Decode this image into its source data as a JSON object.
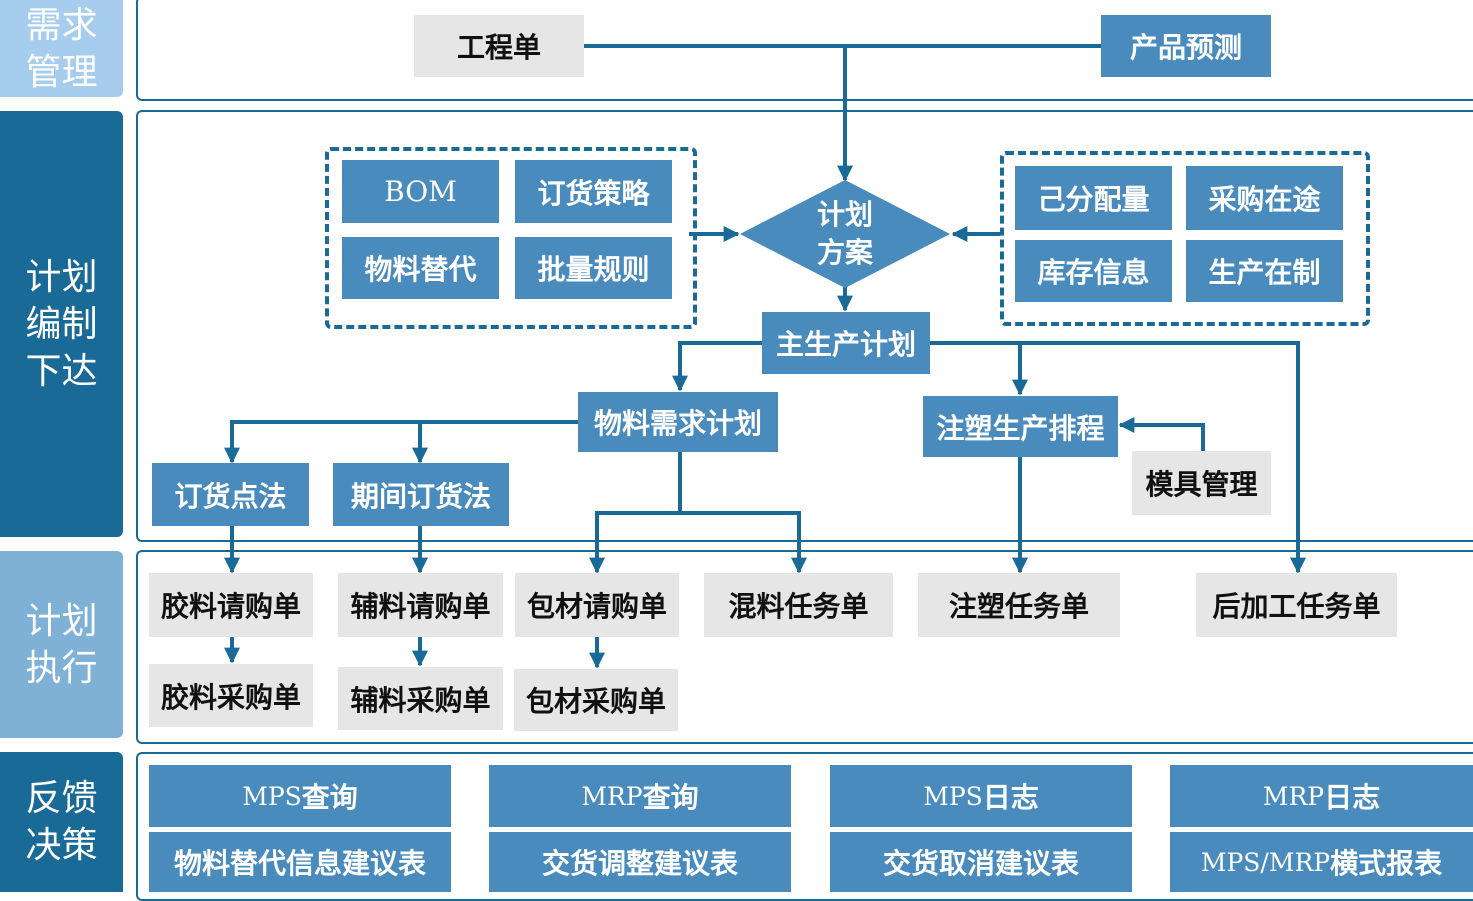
{
  "sidebar": {
    "demand": "需求\n管理",
    "planning": "计划\n编制\n下达",
    "execution": "计划\n执行",
    "feedback": "反馈\n决策"
  },
  "demand": {
    "engineering_order": "工程单",
    "product_forecast": "产品预测"
  },
  "plan": {
    "left_group": [
      "BOM",
      "订货策略",
      "物料替代",
      "批量规则"
    ],
    "right_group": [
      "己分配量",
      "采购在途",
      "库存信息",
      "生产在制"
    ],
    "scheme": "计划\n方案",
    "mps": "主生产计划",
    "mrp": "物料需求计划",
    "injection_scheduling": "注塑生产排程",
    "mold_management": "模具管理",
    "reorder_point": "订货点法",
    "period_order": "期间订货法"
  },
  "execution": {
    "rubber_requisition": "胶料请购单",
    "accessory_requisition": "辅料请购单",
    "packaging_requisition": "包材请购单",
    "mixing_task": "混料任务单",
    "injection_task": "注塑任务单",
    "post_processing_task": "后加工任务单",
    "rubber_purchase": "胶料采购单",
    "accessory_purchase": "辅料采购单",
    "packaging_purchase": "包材采购单"
  },
  "feedback": {
    "mps_query": {
      "prefix": "MPS",
      "suffix": "查询"
    },
    "mrp_query": {
      "prefix": "MRP",
      "suffix": "查询"
    },
    "mps_log": {
      "prefix": "MPS",
      "suffix": "日志"
    },
    "mrp_log": {
      "prefix": "MRP",
      "suffix": "日志"
    },
    "substitute_report": "物料替代信息建议表",
    "delivery_adjust_report": "交货调整建议表",
    "delivery_cancel_report": "交货取消建议表",
    "matrix_report": {
      "prefix": "MPS/MRP",
      "suffix": "横式报表"
    }
  },
  "colors": {
    "sidebar_light": "#a7cdee",
    "sidebar_dark": "#1a6a97",
    "sidebar_mid": "#7fb1d6",
    "box_blue": "#4a8bbd",
    "box_gray": "#e6e6e6",
    "line": "#1a6a97"
  }
}
